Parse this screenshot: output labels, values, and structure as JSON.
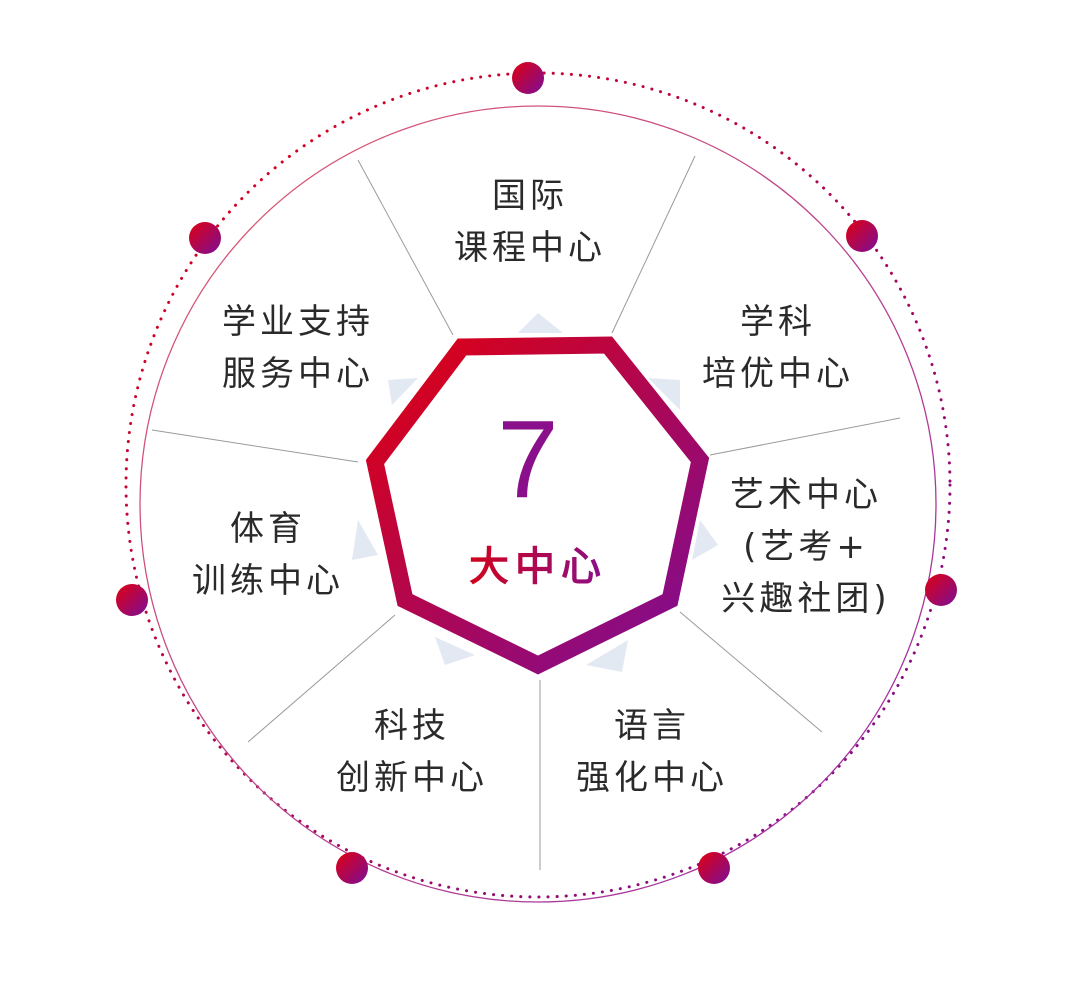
{
  "center": {
    "number": "7",
    "label": "大中心"
  },
  "colors": {
    "red": "#d0021b",
    "purple": "#8a0f8a",
    "triangle": "#e3e9f2",
    "text": "#2a2a2a"
  },
  "centers": [
    {
      "line1": "国际",
      "line2": "课程中心"
    },
    {
      "line1": "学科",
      "line2": "培优中心"
    },
    {
      "line1": "艺术中心",
      "line2": "(艺考+",
      "line3": "兴趣社团)"
    },
    {
      "line1": "语言",
      "line2": "强化中心"
    },
    {
      "line1": "科技",
      "line2": "创新中心"
    },
    {
      "line1": "体育",
      "line2": "训练中心"
    },
    {
      "line1": "学业支持",
      "line2": "服务中心"
    }
  ]
}
